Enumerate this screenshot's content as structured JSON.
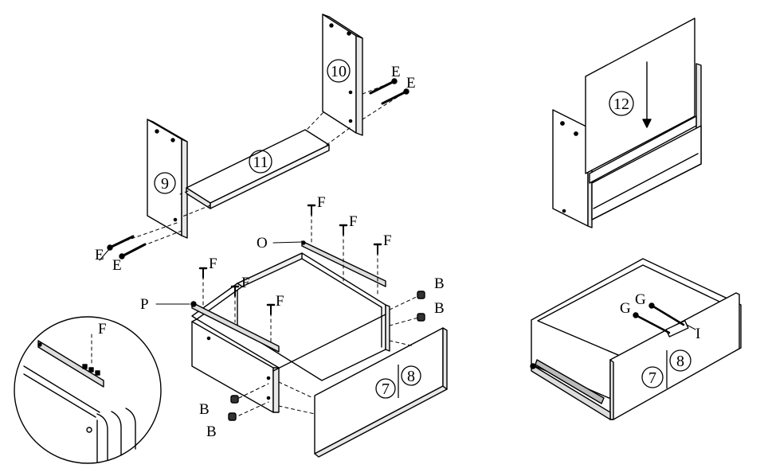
{
  "figure": {
    "parts": {
      "p9": "9",
      "p10": "10",
      "p11": "11",
      "p12": "12",
      "front_a": "7",
      "front_b": "8",
      "front2_a": "7",
      "front2_b": "8"
    },
    "hardware": {
      "E": "E",
      "F": "F",
      "B": "B",
      "O": "O",
      "P": "P",
      "G": "G",
      "I": "I"
    }
  }
}
